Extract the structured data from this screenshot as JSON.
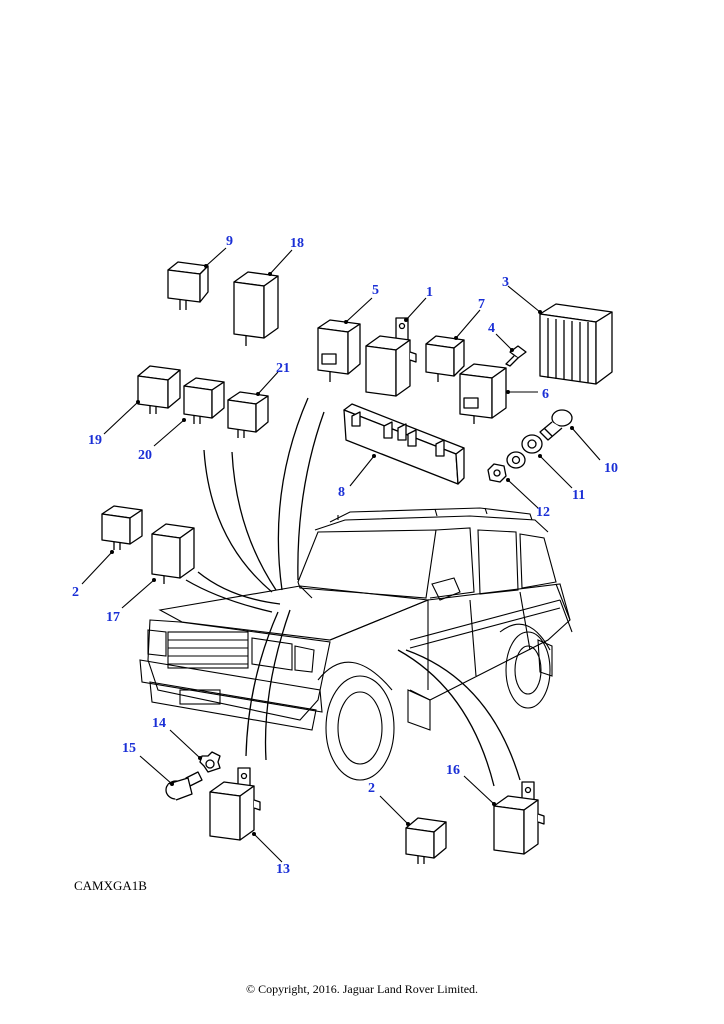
{
  "diagram": {
    "callouts": [
      "9",
      "18",
      "5",
      "1",
      "7",
      "3",
      "4",
      "6",
      "21",
      "19",
      "20",
      "10",
      "11",
      "12",
      "8",
      "2",
      "17",
      "14",
      "15",
      "16",
      "2",
      "13"
    ],
    "code": "CAMXGA1B",
    "copyright": "© Copyright, 2016. Jaguar Land Rover Limited."
  },
  "colors": {
    "callout": "#1a2fd6",
    "line": "#000000",
    "background": "#ffffff"
  }
}
